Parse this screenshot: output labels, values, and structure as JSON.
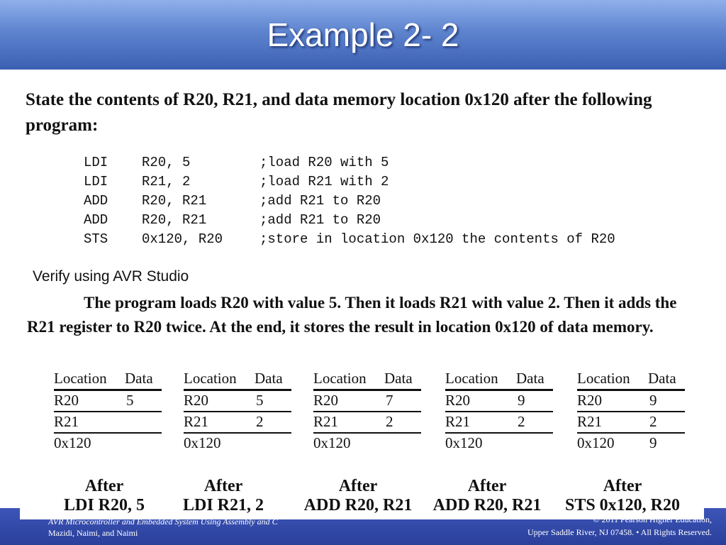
{
  "slide": {
    "title": "Example 2- 2",
    "question": "State the contents of R20, R21, and data memory location 0x120 after the following program:",
    "code": [
      {
        "op": "LDI",
        "args": "R20, 5",
        "comment": ";load R20 with 5"
      },
      {
        "op": "LDI",
        "args": "R21, 2",
        "comment": ";load R21 with 2"
      },
      {
        "op": "ADD",
        "args": "R20, R21",
        "comment": ";add R21 to R20"
      },
      {
        "op": "ADD",
        "args": "R20, R21",
        "comment": ";add R21 to R20"
      },
      {
        "op": "STS",
        "args": "0x120, R20",
        "comment": ";store in location 0x120 the contents of R20"
      }
    ],
    "verify": "Verify using AVR Studio",
    "explanation": "The program loads R20 with value 5. Then it loads R21 with value 2. Then it adds the R21 register to R20 twice. At the end, it stores the result in location 0x120 of data memory.",
    "table_header": {
      "location": "Location",
      "data": "Data"
    },
    "tables": [
      {
        "rows": [
          {
            "loc": "R20",
            "val": "5"
          },
          {
            "loc": "R21",
            "val": ""
          },
          {
            "loc": "0x120",
            "val": ""
          }
        ],
        "cap1": "After",
        "cap2": "LDI R20, 5"
      },
      {
        "rows": [
          {
            "loc": "R20",
            "val": "5"
          },
          {
            "loc": "R21",
            "val": "2"
          },
          {
            "loc": "0x120",
            "val": ""
          }
        ],
        "cap1": "After",
        "cap2": "LDI R21, 2"
      },
      {
        "rows": [
          {
            "loc": "R20",
            "val": "7"
          },
          {
            "loc": "R21",
            "val": "2"
          },
          {
            "loc": "0x120",
            "val": ""
          }
        ],
        "cap1": "After",
        "cap2": "ADD R20, R21"
      },
      {
        "rows": [
          {
            "loc": "R20",
            "val": "9"
          },
          {
            "loc": "R21",
            "val": "2"
          },
          {
            "loc": "0x120",
            "val": ""
          }
        ],
        "cap1": "After",
        "cap2": "ADD R20, R21"
      },
      {
        "rows": [
          {
            "loc": "R20",
            "val": "9"
          },
          {
            "loc": "R21",
            "val": "2"
          },
          {
            "loc": "0x120",
            "val": "9"
          }
        ],
        "cap1": "After",
        "cap2": "STS 0x120, R20"
      }
    ]
  },
  "footer": {
    "left_line1": "AVR Microcontroller and Embedded System Using Assembly and C",
    "left_line2": "Mazidi, Naimi, and Naimi",
    "right_line1": "© 2011 Pearson Higher Education,",
    "right_line2": "Upper Saddle River, NJ 07458. • All Rights Reserved."
  },
  "colors": {
    "title_bar": "#5e84cf",
    "footer_bar": "#2a3f9a",
    "text": "#111111"
  }
}
